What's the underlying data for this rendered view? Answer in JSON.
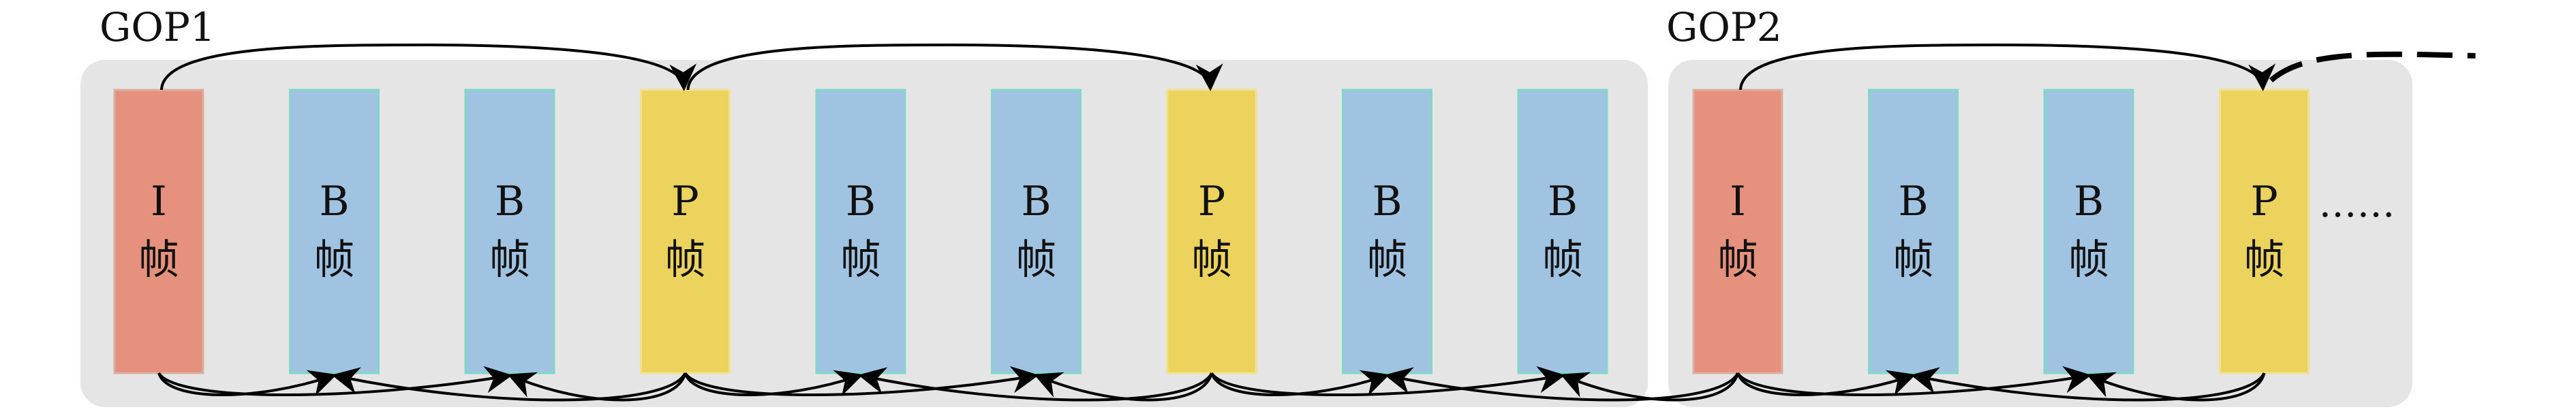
{
  "colors": {
    "I": "#e6907e",
    "B": "#9fc3e1",
    "P": "#ecd35e",
    "I_edge": "#d9b0a4",
    "B_edge": "#7fd8c8",
    "P_edge": "#f4e08a"
  },
  "frame_suffix": "帧",
  "gops": [
    {
      "label": "GOP1",
      "frames": [
        "I",
        "B",
        "B",
        "P",
        "B",
        "B",
        "P",
        "B",
        "B"
      ]
    },
    {
      "label": "GOP2",
      "frames": [
        "I",
        "B",
        "B",
        "P"
      ]
    }
  ],
  "continuation": "……"
}
